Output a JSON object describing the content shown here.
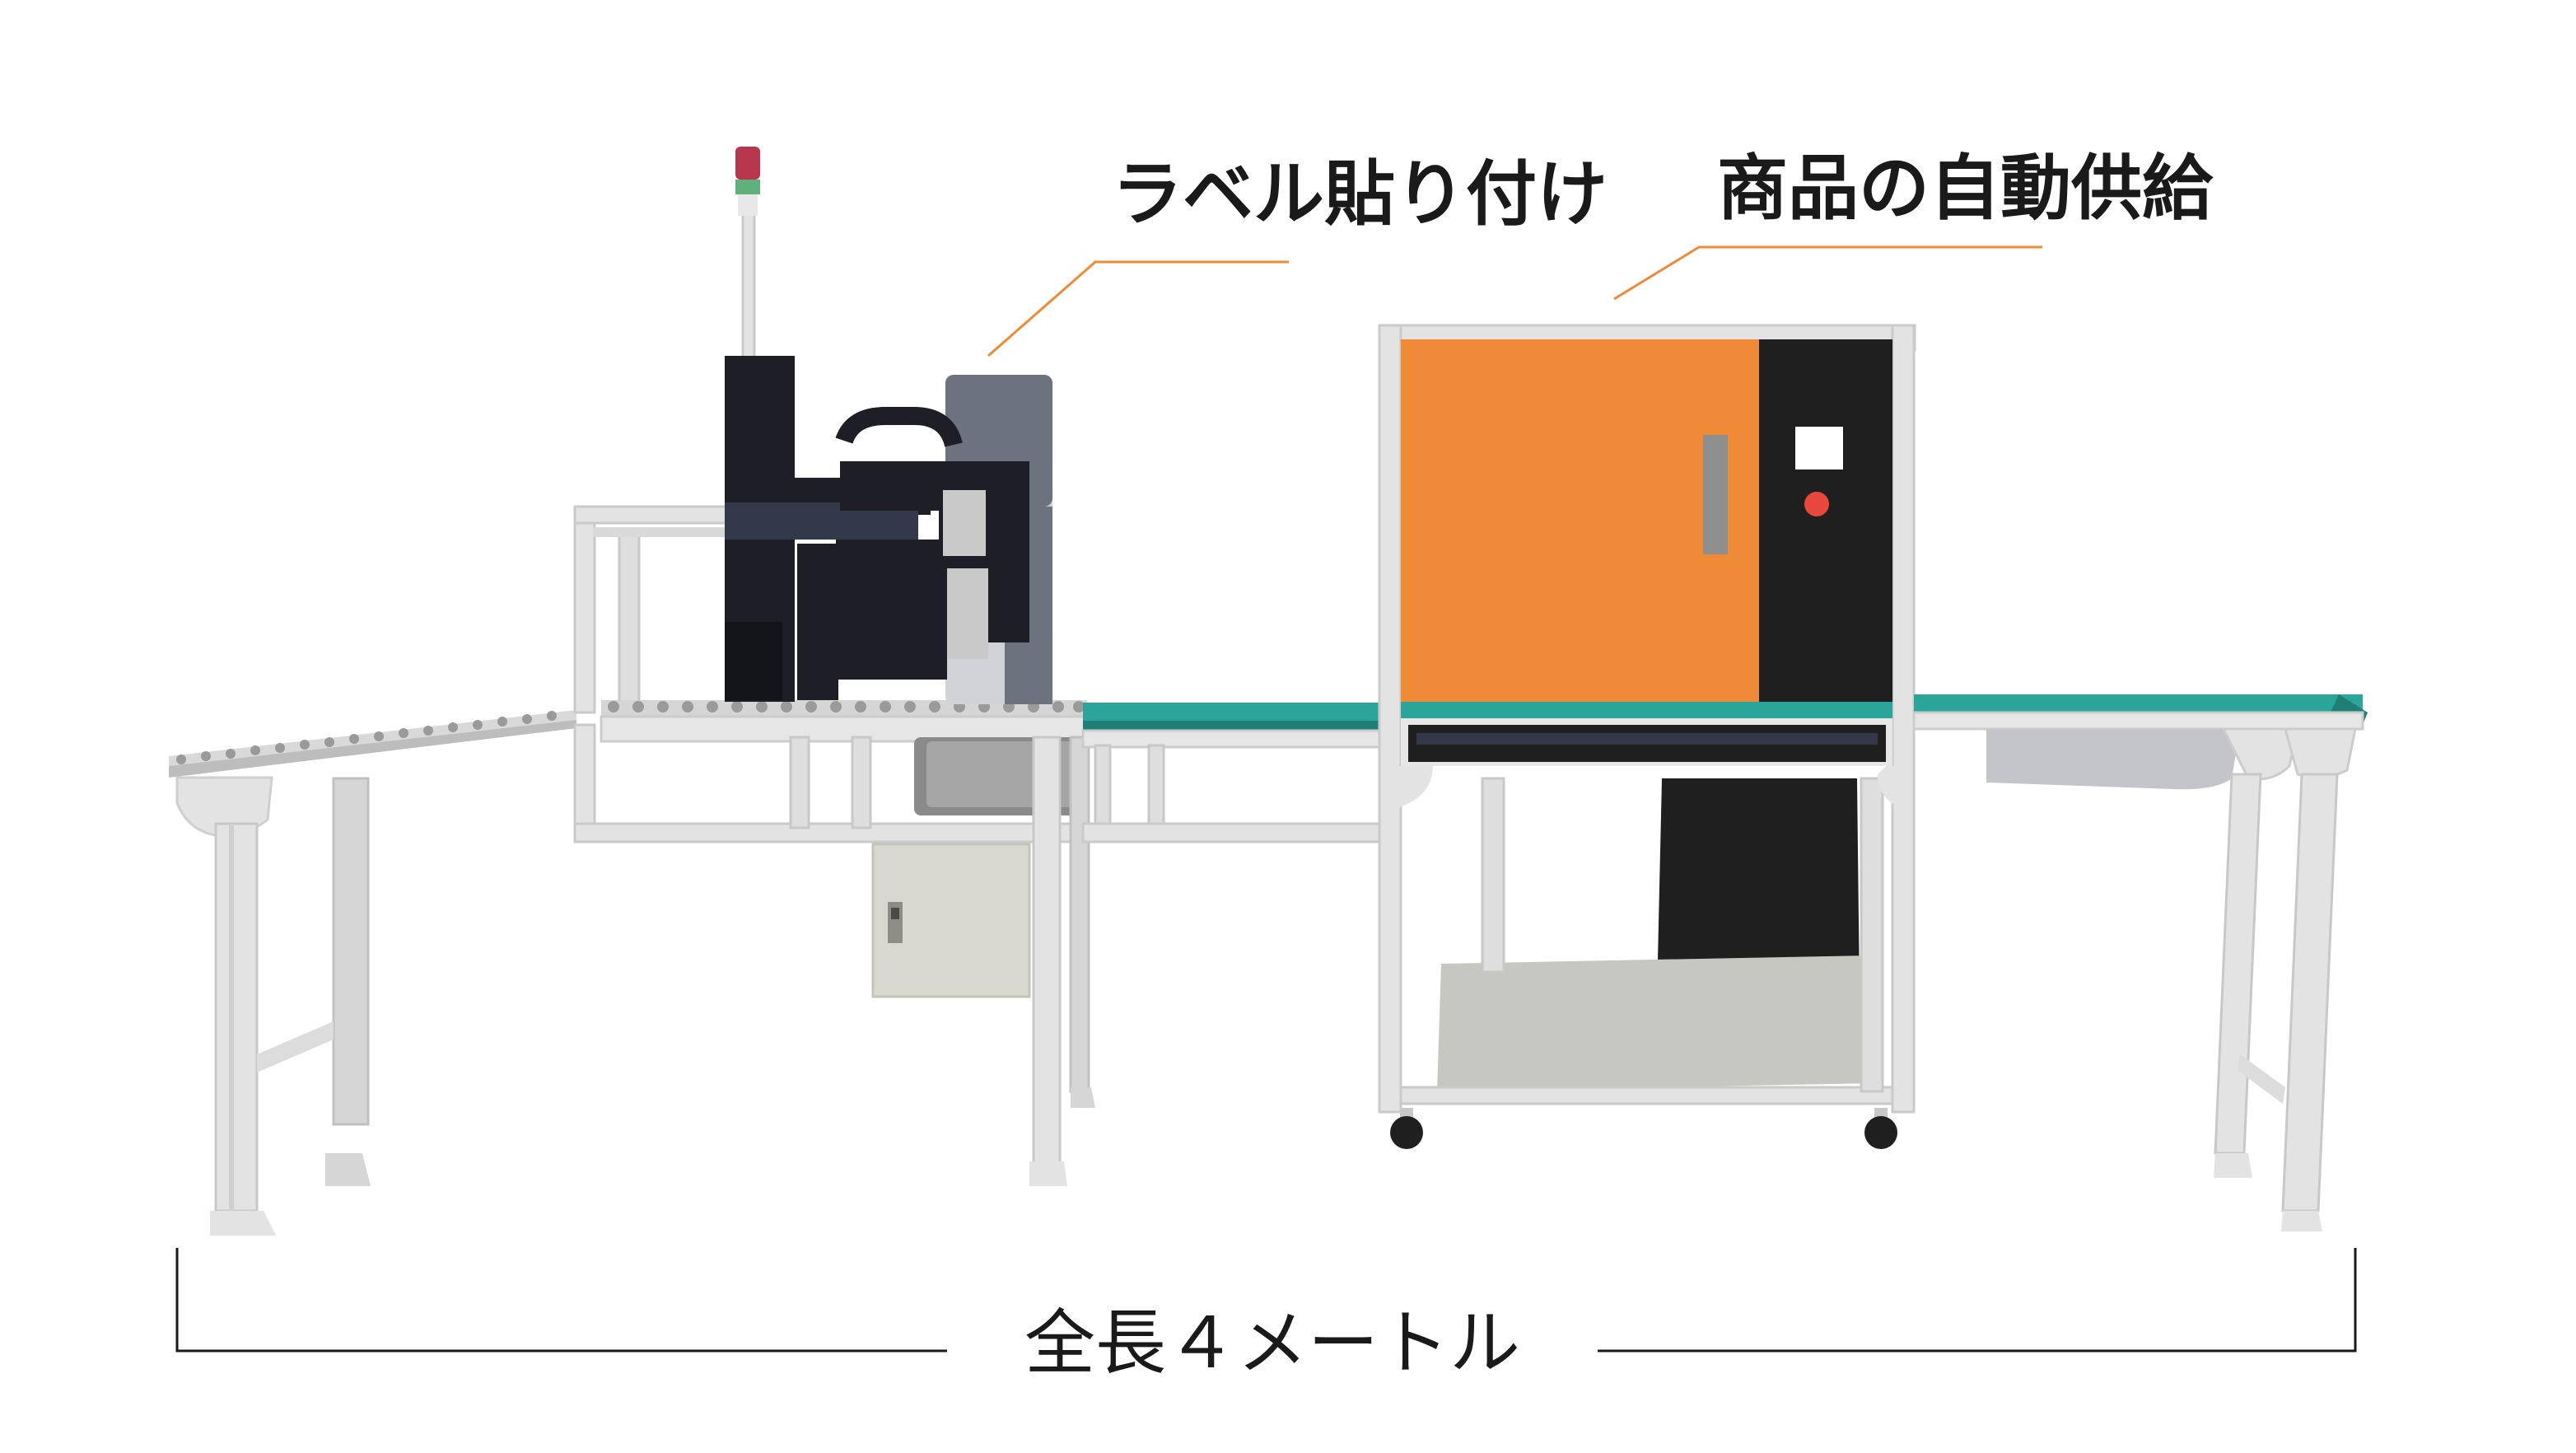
{
  "labels": {
    "label_applicator": "ラベル貼り付け",
    "auto_feeder": "商品の自動供給"
  },
  "dimension": {
    "total_length": "全長４メートル"
  },
  "colors": {
    "frame": "#e3e3e3",
    "frame_shadow": "#c8c8c8",
    "feeder_body": "#ef8a36",
    "feeder_panel": "#1f1f1f",
    "belt": "#2ba59a",
    "leader_line": "#ef8a36",
    "machine_dark": "#1e1e26",
    "machine_gray": "#6d737e",
    "signal_red": "#b8354e",
    "signal_green": "#5fb07a",
    "emergency_button": "#e8473c"
  }
}
